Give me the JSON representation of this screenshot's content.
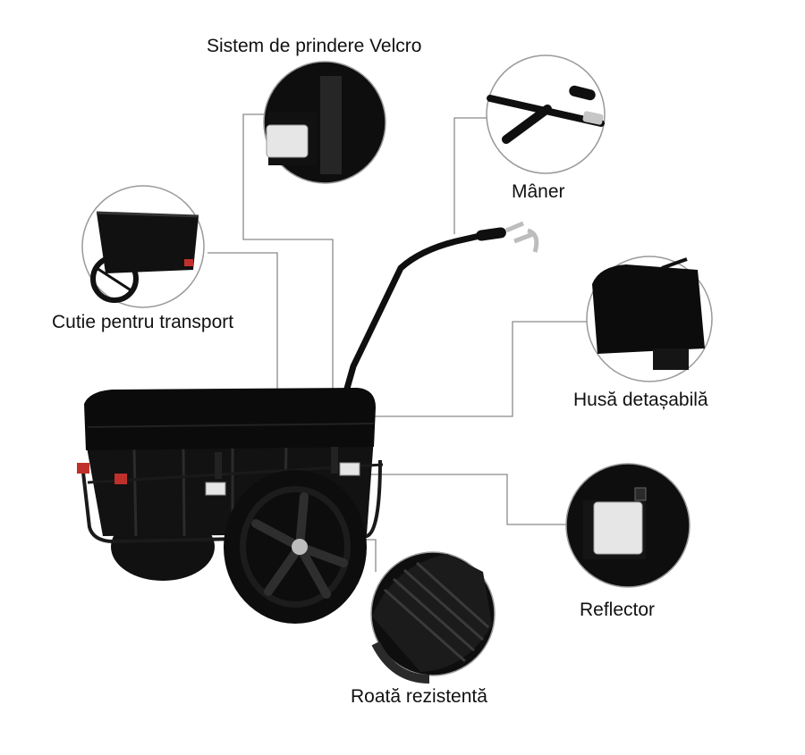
{
  "callouts": {
    "velcro": "Sistem de prindere Velcro",
    "maner": "Mâner",
    "cutie": "Cutie pentru transport",
    "husa": "Husă detașabilă",
    "reflector": "Reflector",
    "roata": "Roată rezistentă"
  },
  "colors": {
    "product": "#0d0d0d",
    "leader_line": "#8a8a8a",
    "circle_border": "#9a9a9a",
    "reflector_lens": "#e6e6e6",
    "rear_light": "#c0302a"
  }
}
